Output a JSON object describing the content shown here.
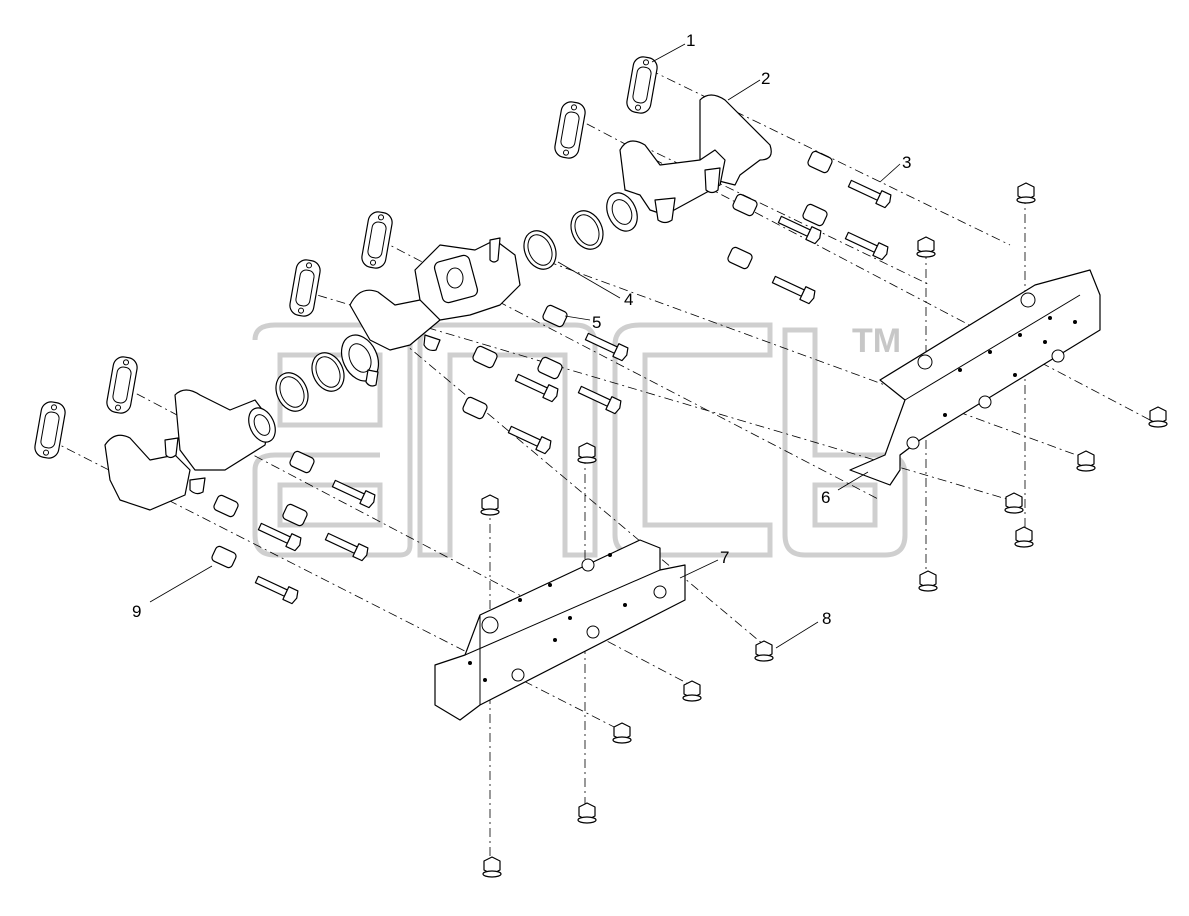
{
  "diagram": {
    "callouts": [
      {
        "id": "c1",
        "label": "1"
      },
      {
        "id": "c2",
        "label": "2"
      },
      {
        "id": "c3",
        "label": "3"
      },
      {
        "id": "c4",
        "label": "4"
      },
      {
        "id": "c5",
        "label": "5"
      },
      {
        "id": "c6",
        "label": "6"
      },
      {
        "id": "c7",
        "label": "7"
      },
      {
        "id": "c8",
        "label": "8"
      },
      {
        "id": "c9",
        "label": "9"
      }
    ],
    "watermark": {
      "trademark": "TM"
    },
    "colors": {
      "line": "#000000",
      "watermark": "#cfcfcf",
      "background": "#ffffff"
    }
  }
}
